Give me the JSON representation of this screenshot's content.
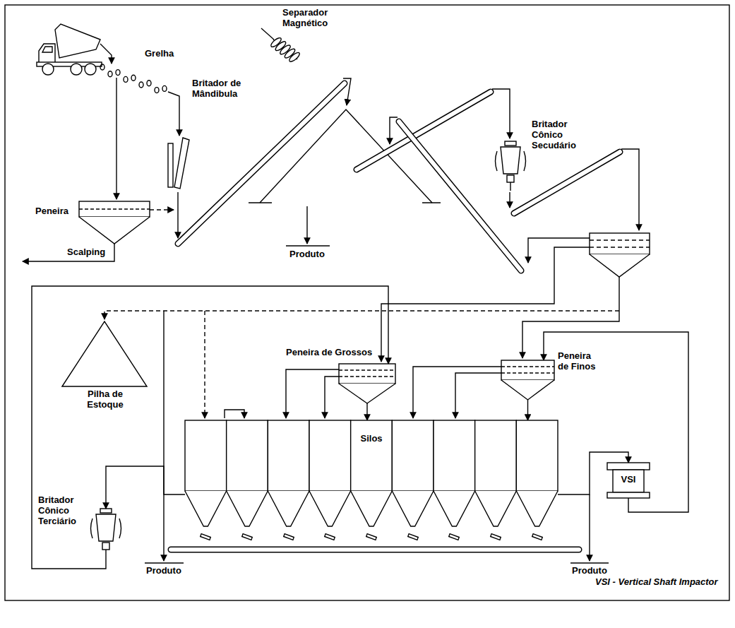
{
  "diagram": {
    "nodes": [
      {
        "text": [
          "Peneira"
        ]
      },
      {
        "text": [
          "Britador de Mândibula"
        ]
      },
      {
        "text": [
          "Separador Magnético"
        ]
      },
      {
        "text": [
          "Britador Cônico Secudário"
        ]
      },
      {
        "text": [
          "Peneira de Grossos"
        ]
      },
      {
        "text": [
          "Peneira de Finos"
        ]
      },
      {
        "text": [
          "Pilha de Estoque"
        ]
      },
      {
        "text": [
          "Silos"
        ]
      },
      {
        "text": [
          "Britador Cônico Terciário"
        ]
      },
      {
        "text": [
          "VSI"
        ]
      }
    ],
    "edges": [
      {
        "from": 8,
        "to": 4,
        "arrow": "to"
      },
      {
        "from": 4,
        "to": 7,
        "arrow": "to"
      },
      {
        "from": 5,
        "to": 7,
        "arrow": "to"
      },
      {
        "from": 7,
        "to": 8,
        "arrow": "to"
      },
      {
        "from": 7,
        "to": 9,
        "arrow": "to"
      },
      {
        "from": 9,
        "to": 5,
        "arrow": "to"
      }
    ],
    "labels": [
      "Grelha",
      "Scalping",
      "Produto",
      "Produto",
      "Produto",
      "VSI - Vertical Shaft Impactor"
    ]
  }
}
